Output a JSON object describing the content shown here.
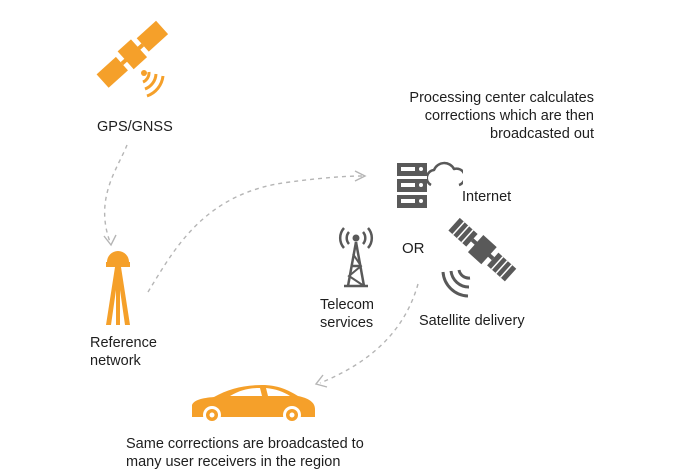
{
  "labels": {
    "gps": "GPS/GNSS",
    "reference_network_line1": "Reference",
    "reference_network_line2": "network",
    "processing_line1": "Processing center calculates",
    "processing_line2": "corrections which are then",
    "processing_line3": "broadcasted out",
    "internet": "Internet",
    "or": "OR",
    "telecom_line1": "Telecom",
    "telecom_line2": "services",
    "satellite_delivery": "Satellite delivery",
    "broadcast_line1": "Same corrections are broadcasted to",
    "broadcast_line2": "many user receivers in the region"
  },
  "colors": {
    "orange": "#f5a02a",
    "grey": "#595959",
    "arrow": "#b5b5b5"
  },
  "icons": [
    "gps-satellite-icon",
    "reference-station-icon",
    "server-icon",
    "cloud-icon",
    "telecom-tower-icon",
    "delivery-satellite-icon",
    "car-icon"
  ]
}
